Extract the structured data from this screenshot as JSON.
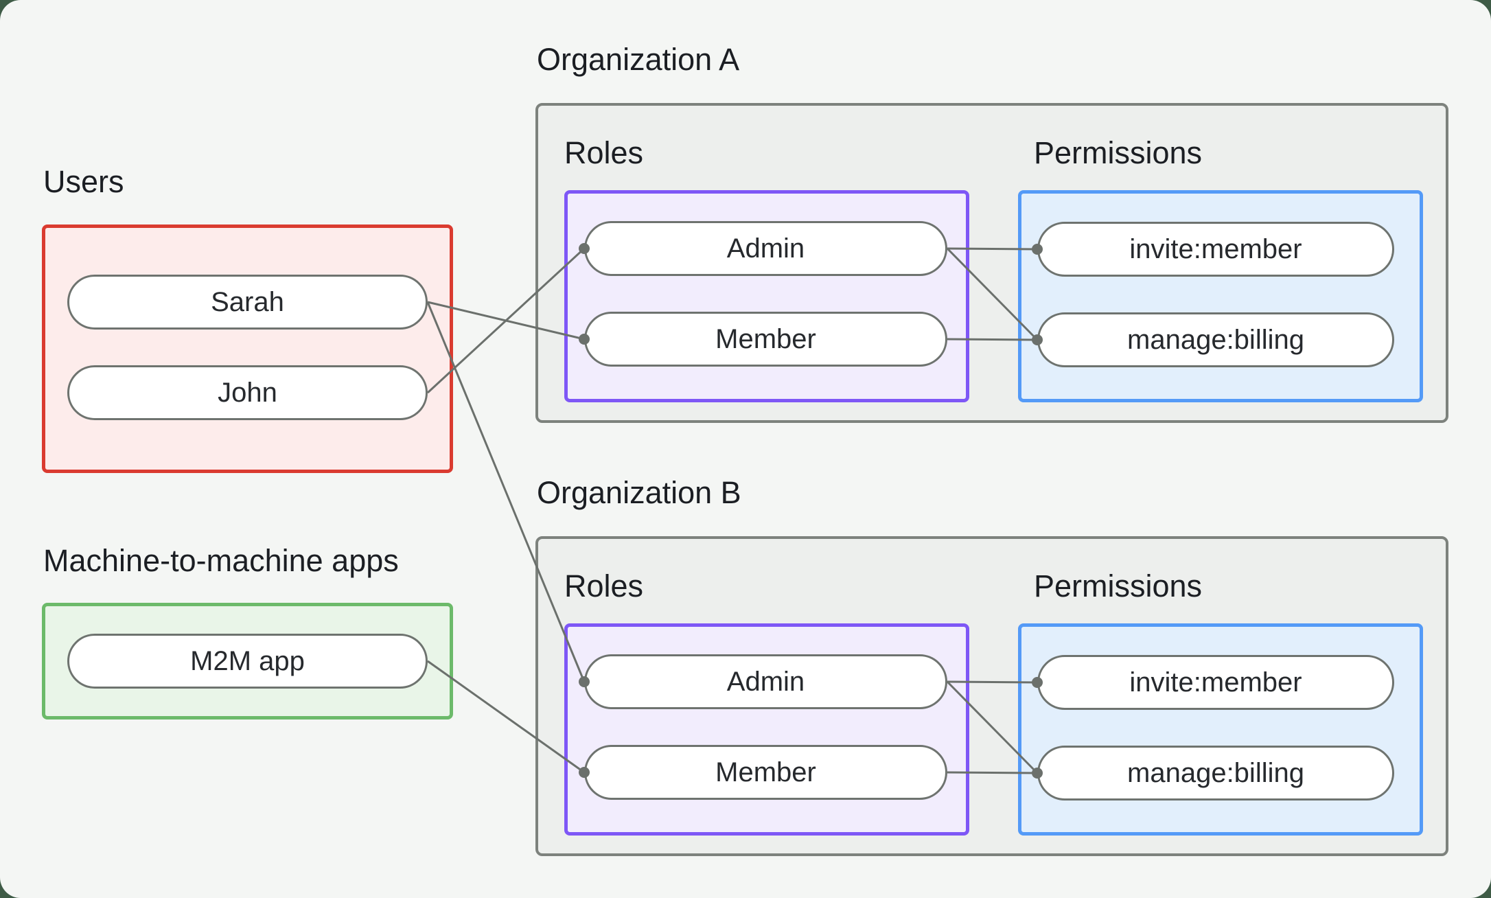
{
  "page": {
    "canvas_color": "#f4f6f4",
    "backdrop_color": "#3e5b46"
  },
  "styles": {
    "canvas_color": "#f4f6f4",
    "backdrop_color": "#3e5b46",
    "users_accent": "#da3b30",
    "users_fill": "#fdeceb",
    "m2m_accent": "#6cba6a",
    "m2m_fill": "#e9f5e8",
    "roles_accent": "#7e57f6",
    "roles_fill": "#f2edfd",
    "permissions_accent": "#549af7",
    "permissions_fill": "#e2effc",
    "container_fill": "#edefed",
    "container_border": "#7d827d",
    "node_border": "#6e736f",
    "wire_color": "#6b706c"
  },
  "users_section": {
    "label": "Users",
    "nodes": [
      {
        "id": "user-sarah",
        "label": "Sarah"
      },
      {
        "id": "user-john",
        "label": "John"
      }
    ]
  },
  "m2m_section": {
    "label": "Machine-to-machine apps",
    "nodes": [
      {
        "id": "app-m2m",
        "label": "M2M app"
      }
    ]
  },
  "organizations": [
    {
      "title": "Organization A",
      "roles_label": "Roles",
      "permissions_label": "Permissions",
      "roles": [
        {
          "id": "orga-role-admin",
          "label": "Admin"
        },
        {
          "id": "orga-role-member",
          "label": "Member"
        }
      ],
      "permissions": [
        {
          "id": "orga-perm-invite",
          "label": "invite:member"
        },
        {
          "id": "orga-perm-manage",
          "label": "manage:billing"
        }
      ]
    },
    {
      "title": "Organization B",
      "roles_label": "Roles",
      "permissions_label": "Permissions",
      "roles": [
        {
          "id": "orgb-role-admin",
          "label": "Admin"
        },
        {
          "id": "orgb-role-member",
          "label": "Member"
        }
      ],
      "permissions": [
        {
          "id": "orgb-perm-invite",
          "label": "invite:member"
        },
        {
          "id": "orgb-perm-manage",
          "label": "manage:billing"
        }
      ]
    }
  ],
  "edges": [
    {
      "from": "user-sarah",
      "to": "orga-role-member"
    },
    {
      "from": "user-john",
      "to": "orga-role-admin"
    },
    {
      "from": "user-sarah",
      "to": "orgb-role-admin"
    },
    {
      "from": "app-m2m",
      "to": "orgb-role-member"
    },
    {
      "from": "orga-role-admin",
      "to": "orga-perm-invite"
    },
    {
      "from": "orga-role-admin",
      "to": "orga-perm-manage"
    },
    {
      "from": "orga-role-member",
      "to": "orga-perm-manage"
    },
    {
      "from": "orgb-role-admin",
      "to": "orgb-perm-invite"
    },
    {
      "from": "orgb-role-admin",
      "to": "orgb-perm-manage"
    },
    {
      "from": "orgb-role-member",
      "to": "orgb-perm-manage"
    }
  ],
  "wire_style": {
    "stroke_width": 3,
    "dot_radius": 8
  }
}
